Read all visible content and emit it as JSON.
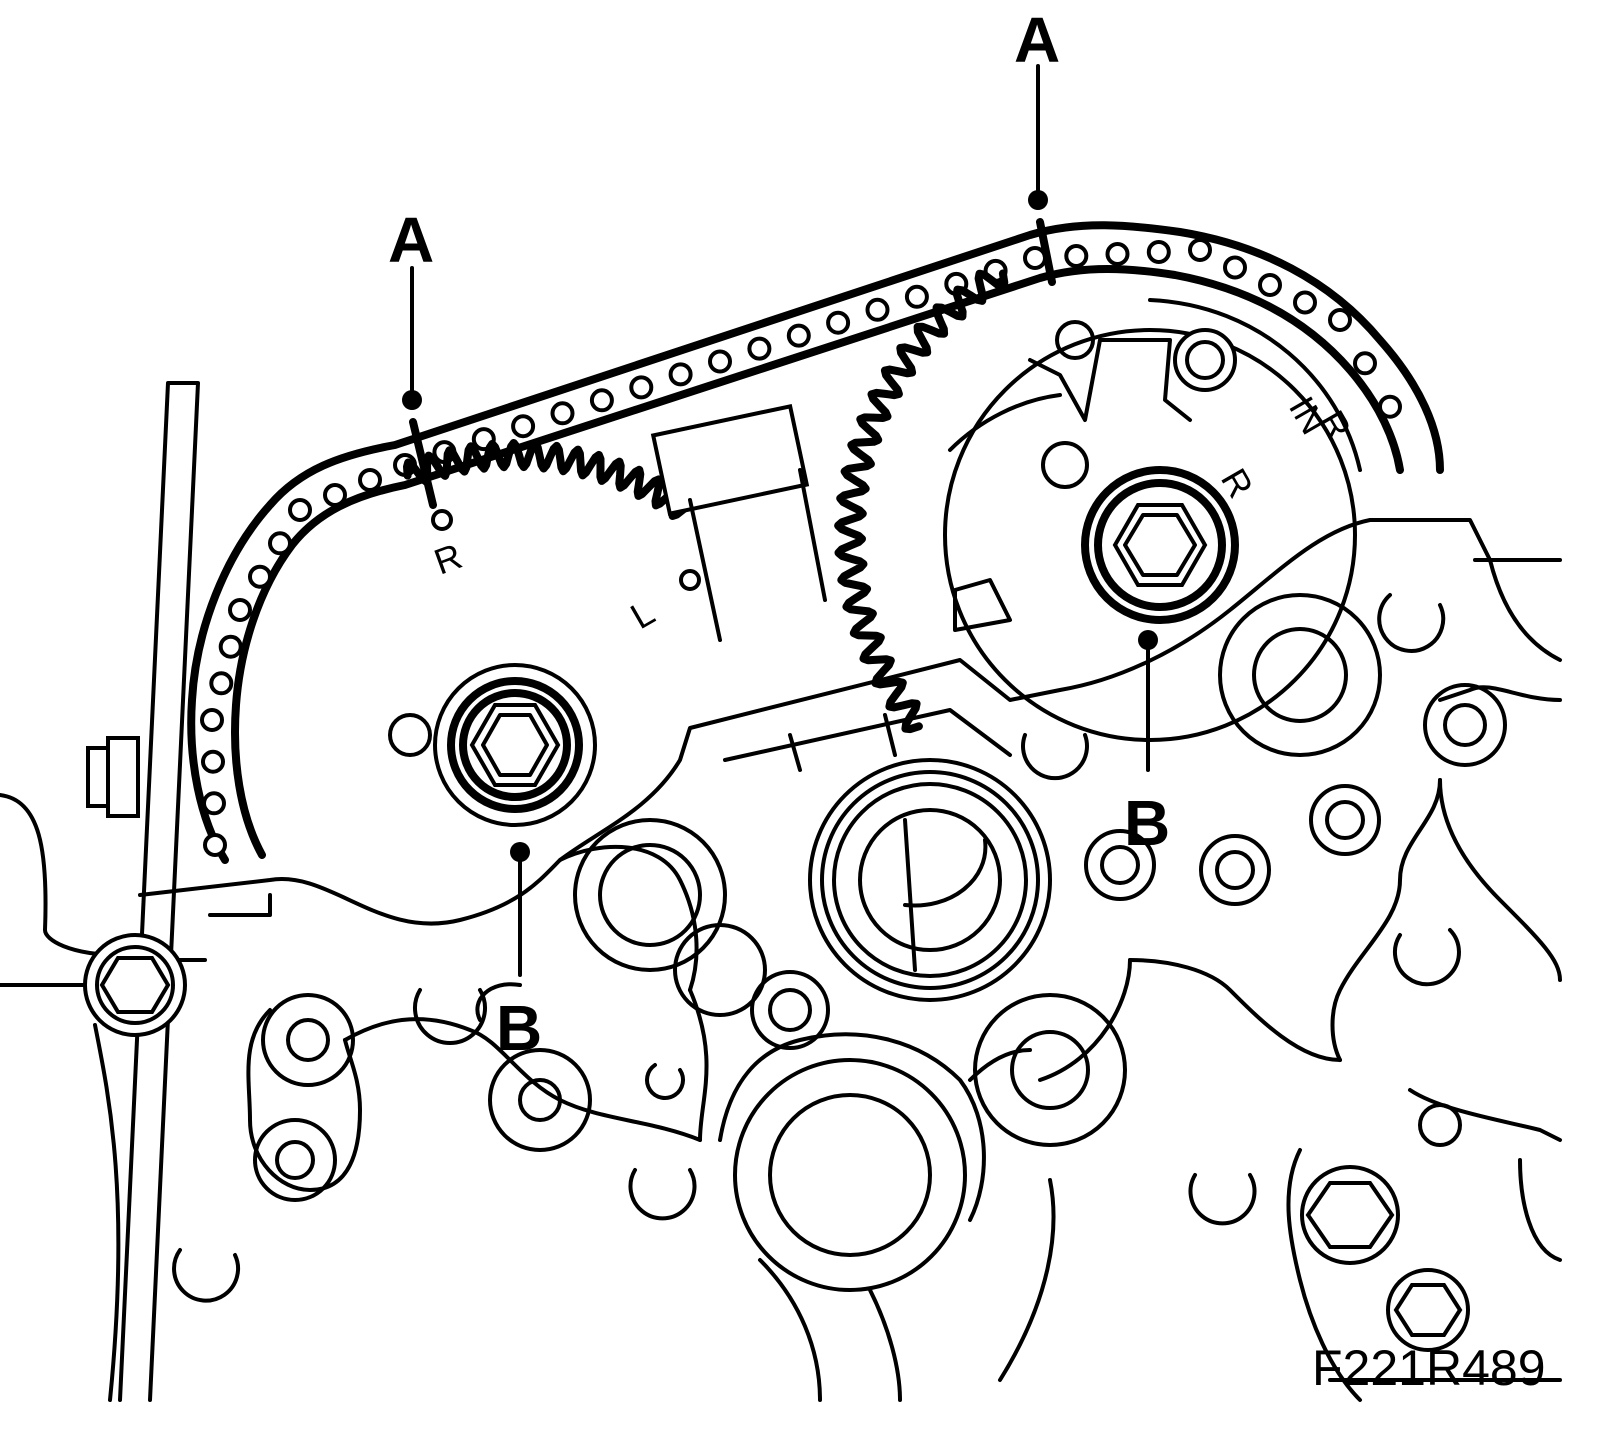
{
  "callouts": {
    "a_left": "A",
    "a_right": "A",
    "b_left": "B",
    "b_right": "B"
  },
  "sprocket_marks": {
    "left_r": "R",
    "left_l": "L",
    "right_in": "IN",
    "right_r_outer": "R",
    "right_r_inner": "R"
  },
  "figure_ref": "F221R489",
  "colors": {
    "line": "#000000",
    "background": "#ffffff"
  }
}
